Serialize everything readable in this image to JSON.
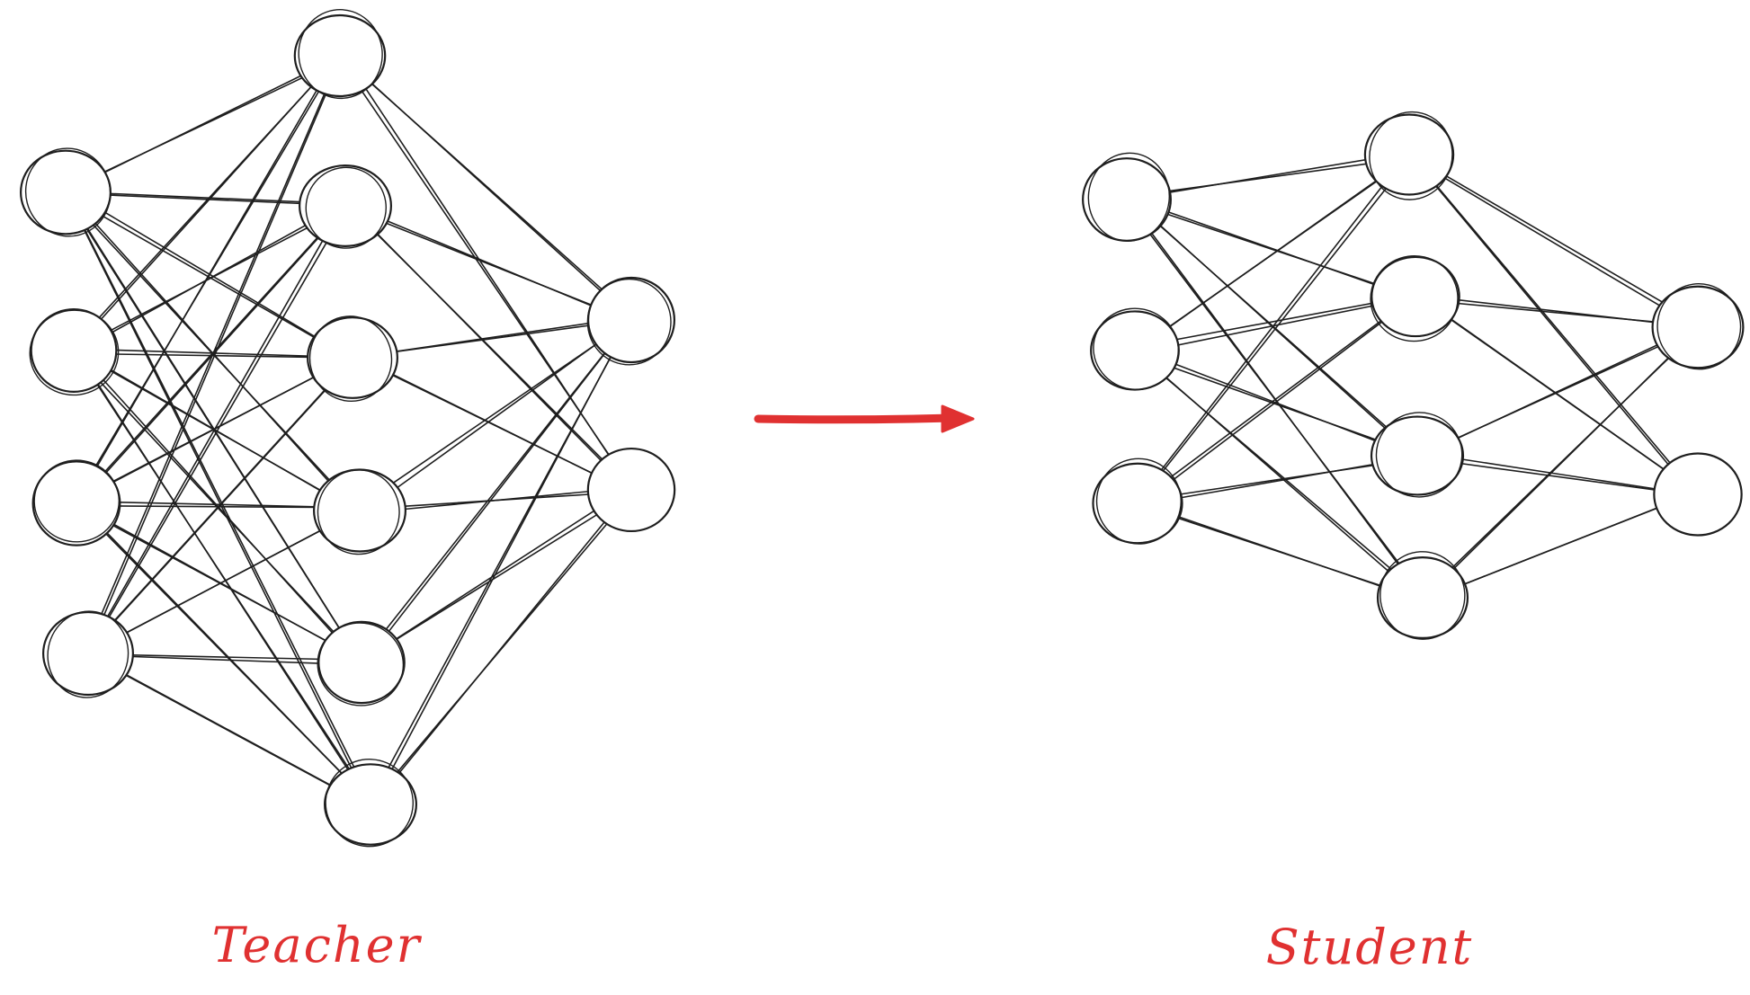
{
  "colors": {
    "ink": "#1e1e1e",
    "accent": "#e03131",
    "background": "#ffffff"
  },
  "teacher": {
    "label": "Teacher",
    "layer_sizes": [
      4,
      6,
      2
    ]
  },
  "student": {
    "label": "Student",
    "layer_sizes": [
      3,
      4,
      2
    ]
  },
  "arrow": {
    "direction": "teacher-to-student"
  }
}
